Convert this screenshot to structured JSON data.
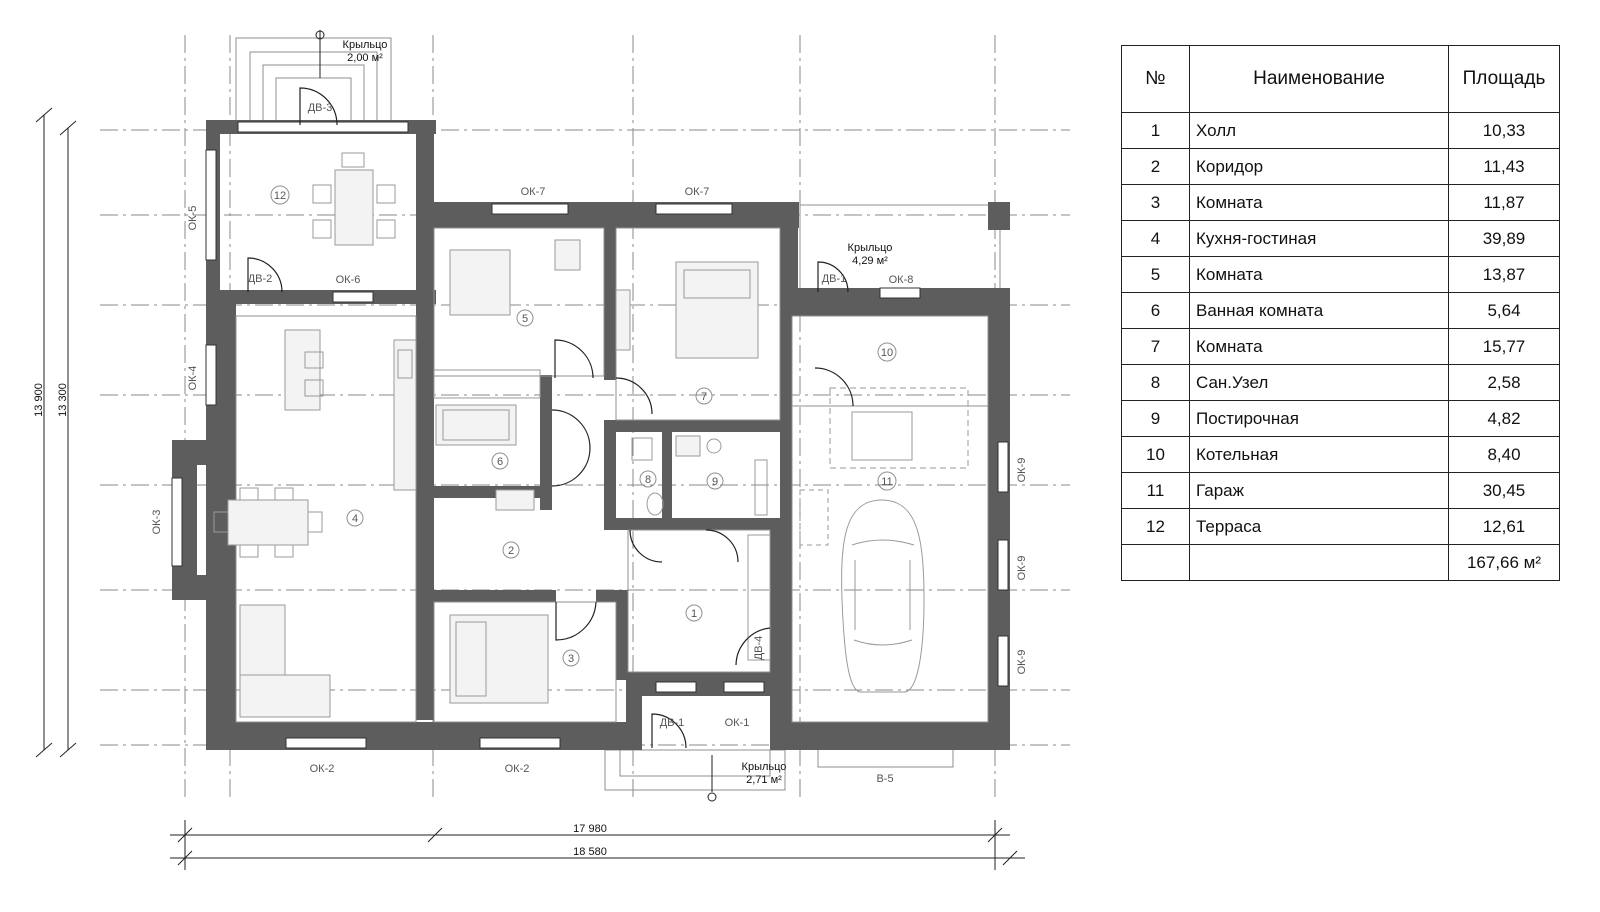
{
  "table": {
    "header": {
      "num": "№",
      "name": "Наименование",
      "area": "Площадь"
    },
    "rows": [
      {
        "num": "1",
        "name": "Холл",
        "area": "10,33"
      },
      {
        "num": "2",
        "name": "Коридор",
        "area": "11,43"
      },
      {
        "num": "3",
        "name": "Комната",
        "area": "11,87"
      },
      {
        "num": "4",
        "name": "Кухня-гостиная",
        "area": "39,89"
      },
      {
        "num": "5",
        "name": "Комната",
        "area": "13,87"
      },
      {
        "num": "6",
        "name": "Ванная комната",
        "area": "5,64"
      },
      {
        "num": "7",
        "name": "Комната",
        "area": "15,77"
      },
      {
        "num": "8",
        "name": "Сан.Узел",
        "area": "2,58"
      },
      {
        "num": "9",
        "name": "Постирочная",
        "area": "4,82"
      },
      {
        "num": "10",
        "name": "Котельная",
        "area": "8,40"
      },
      {
        "num": "11",
        "name": "Гараж",
        "area": "30,45"
      },
      {
        "num": "12",
        "name": "Терраса",
        "area": "12,61"
      }
    ],
    "total": "167,66 м²"
  },
  "plan": {
    "dims": {
      "height_outer": "13 900",
      "height_inner": "13 300",
      "width_inner": "17 980",
      "width_outer": "18 580"
    },
    "porches": {
      "top_title": "Крыльцо",
      "top_area": "2,00 м²",
      "right_title": "Крыльцо",
      "right_area": "4,29 м²",
      "bottom_title": "Крыльцо",
      "bottom_area": "2,71 м²"
    },
    "windows": {
      "ok7a": "ОК-7",
      "ok7b": "ОК-7",
      "ok6": "ОК-6",
      "ok5": "ОК-5",
      "ok4": "ОК-4",
      "ok3": "ОК-3",
      "ok2a": "ОК-2",
      "ok2b": "ОК-2",
      "ok1": "ОК-1",
      "ok8": "ОК-8",
      "ok9a": "ОК-9",
      "ok9b": "ОК-9",
      "ok9c": "ОК-9",
      "v5": "В-5"
    },
    "doors": {
      "dv1a": "ДВ-1",
      "dv1b": "ДВ-1",
      "dv2": "ДВ-2",
      "dv3": "ДВ-3",
      "dv4": "ДВ-4"
    },
    "rooms": [
      "1",
      "2",
      "3",
      "4",
      "5",
      "6",
      "7",
      "8",
      "9",
      "10",
      "11",
      "12"
    ]
  }
}
